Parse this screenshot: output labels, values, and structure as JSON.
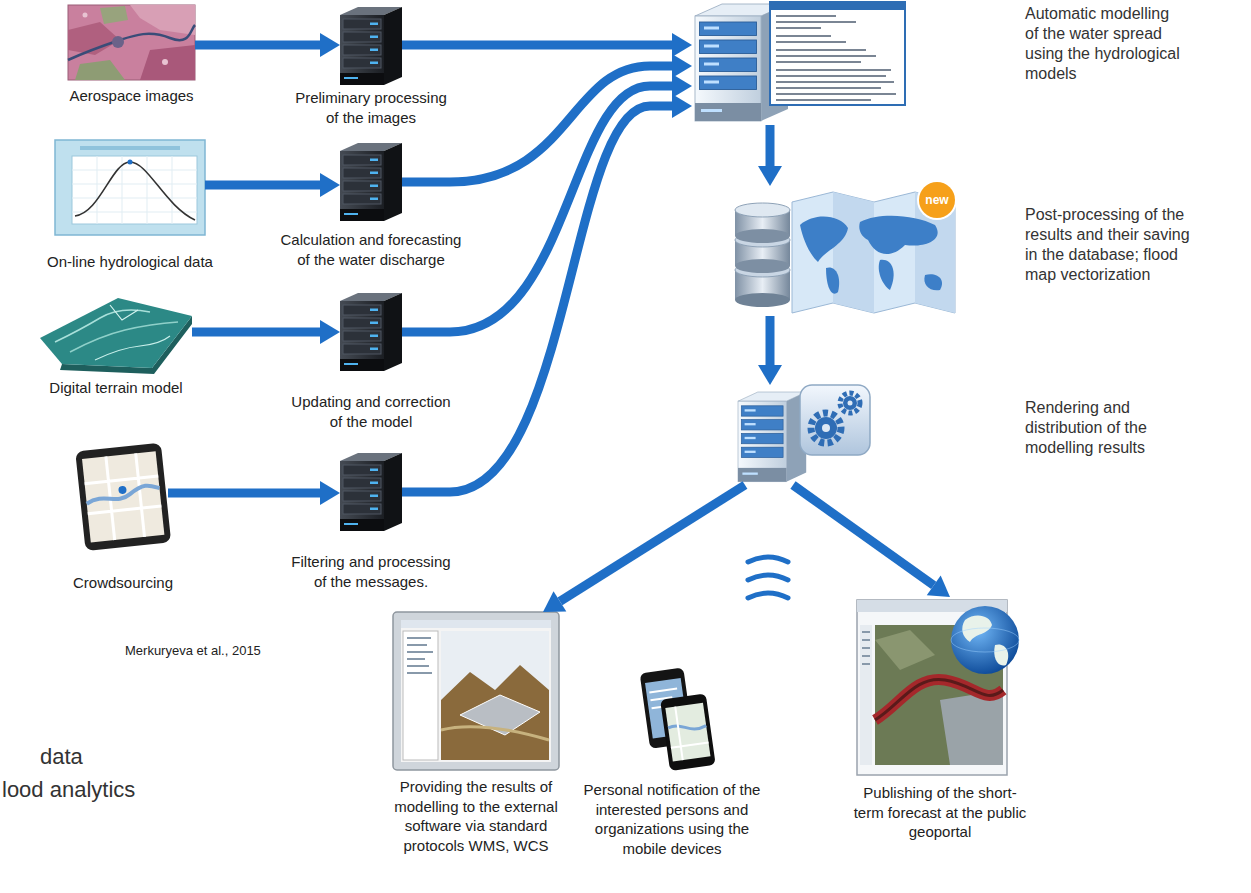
{
  "diagram": {
    "nodes": [
      {
        "text": [
          "Aerospace images"
        ]
      },
      {
        "text": [
          "Preliminary processing of the images"
        ]
      },
      {
        "text": [
          "On-line hydrological data"
        ]
      },
      {
        "text": [
          "Calculation and forecasting of the water discharge"
        ]
      },
      {
        "text": [
          "Digital terrain model"
        ]
      },
      {
        "text": [
          "Updating and correction of the model"
        ]
      },
      {
        "text": [
          "Crowdsourcing"
        ]
      },
      {
        "text": [
          "Filtering and processing of the messages."
        ]
      },
      {
        "text": [
          "Automatic modelling of the water spread using the hydrological models"
        ]
      },
      {
        "text": [
          "Post-processing of the results and their saving in the database; flood map vectorization"
        ]
      },
      {
        "text": [
          "Rendering and distribution of the modelling results"
        ]
      },
      {
        "text": [
          "Providing the results of modelling to the external software via standard protocols WMS, WCS"
        ]
      },
      {
        "text": [
          "Personal notification of the interested persons and organizations using the mobile devices"
        ]
      },
      {
        "text": [
          "Publishing of the short-term forecast at the public geoportal"
        ]
      }
    ],
    "edges": [
      {
        "from": 0,
        "to": 1,
        "arrow": "to"
      },
      {
        "from": 2,
        "to": 3,
        "arrow": "to"
      },
      {
        "from": 4,
        "to": 5,
        "arrow": "to"
      },
      {
        "from": 6,
        "to": 7,
        "arrow": "to"
      },
      {
        "from": 1,
        "to": 8,
        "arrow": "to"
      },
      {
        "from": 3,
        "to": 8,
        "arrow": "to"
      },
      {
        "from": 5,
        "to": 8,
        "arrow": "to"
      },
      {
        "from": 7,
        "to": 8,
        "arrow": "to"
      },
      {
        "from": 8,
        "to": 9,
        "arrow": "to"
      },
      {
        "from": 9,
        "to": 10,
        "arrow": "to"
      },
      {
        "from": 10,
        "to": 11,
        "arrow": "to"
      },
      {
        "from": 10,
        "to": 13,
        "arrow": "to"
      }
    ],
    "labels": [
      "new",
      "Merkuryeva et al., 2015",
      "data",
      "lood analytics"
    ]
  }
}
